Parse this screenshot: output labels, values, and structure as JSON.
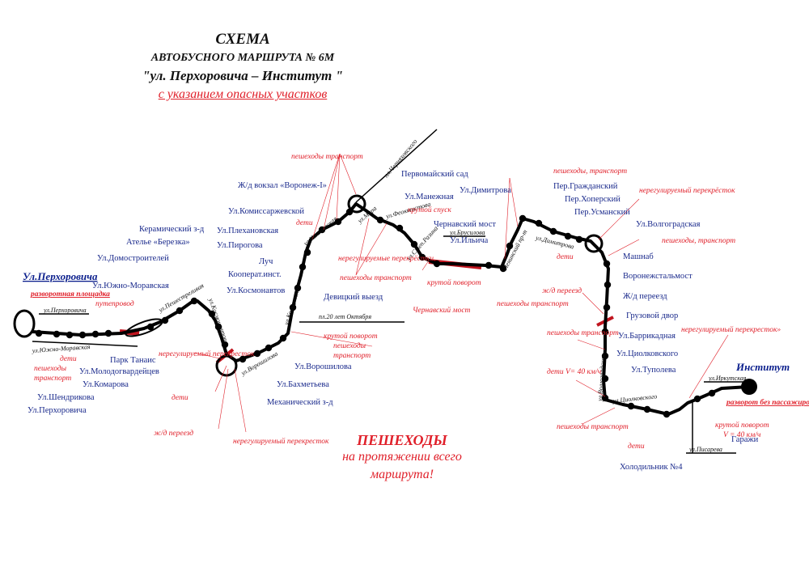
{
  "header": {
    "title": "СХЕМА",
    "subtitle": "АВТОБУСНОГО МАРШРУТА № 6М",
    "route": "\"ул. Перхоровича – Институт \"",
    "note": "с указанием опасных участков"
  },
  "bottom_warning": {
    "line1": "ПЕШЕХОДЫ",
    "line2": "на протяжении всего",
    "line3": "маршрута!"
  },
  "colors": {
    "route": "#000000",
    "stop_label": "#1a2a8c",
    "danger": "#e0202a",
    "danger_zone": "#c0141e",
    "terminal": "#0a1e8c"
  },
  "terminals": {
    "start": "Ул.Перхоровича",
    "end": "Институт"
  },
  "stops": [
    "Ул.Домостроителей",
    "Ателье «Березка»",
    "Керамический з-д",
    "Ул.Южно-Моравская",
    "Ул.Плехановская",
    "Ул.Пирогова",
    "Ж/д вокзал «Воронеж-I»",
    "Ул.Комиссаржевской",
    "Луч",
    "Кооперат.инст.",
    "Ул.Космонавтов",
    "Девицкий выезд",
    "Ул.Ворошилова",
    "Ул.Бахметьева",
    "Механический з-д",
    "Парк Танаис",
    "Ул.Молодогвардейцев",
    "Ул.Комарова",
    "Ул.Шендрикова",
    "Ул.Перхоровича",
    "Первомайский сад",
    "Ул.Манежная",
    "Ул.Димитрова",
    "Чернавский мост",
    "Ул.Ильича",
    "Пер.Гражданский",
    "Пер.Хоперский",
    "Пер.Усманский",
    "Ул.Волгоградская",
    "Машнаб",
    "Воронежстальмост",
    "Ж/д переезд",
    "Грузовой двор",
    "Ул.Баррикадная",
    "Ул.Циолковского",
    "Ул.Туполева",
    "Холодильник №4",
    "Гаражи"
  ],
  "streets": [
    "ул.Перхоровича",
    "ул.Южно-Моравская",
    "ул.Пешестреливая",
    "ул.Космонавтов",
    "ул.Ворошилова",
    "ул.Кольцовская",
    "ул.Кольцовская",
    "ул.Мира",
    "пл.Черняховского",
    "ул.Феоктистова",
    "ул.Степ.Разина",
    "ул.Брусилова",
    "Ленинский пр-т",
    "ул.Димитрова",
    "ул.Волгоградская",
    "ул.Циолковского",
    "ул.Иркутская",
    "ул.Писарева",
    "пл.20 лет Октября"
  ],
  "hazards": [
    "разворотная площадка",
    "путепровод",
    "дети",
    "пешеходы",
    "транспорт",
    "нерегулируемый перекресток",
    "дети",
    "ж/д переезд",
    "нерегулируемый перекресток",
    "пешеходы транспорт",
    "дети",
    "нерегулируемые перекрёстки",
    "пешеходы транспорт",
    "крутой поворот",
    "пешеходы",
    "транспорт",
    "крутой спуск",
    "крутой поворот",
    "Чернавский мост",
    "пешеходы транспорт",
    "пешеходы, транспорт",
    "нерегулируемый перекрёсток",
    "пешеходы, транспорт",
    "дети",
    "ж/д переезд",
    "пешеходы транспорт",
    "дети V= 40 км/ч",
    "нерегулируемый перекресток»",
    "пешеходы транспорт",
    "дети",
    "разворот без пассажиров",
    "крутой поворот",
    "V = 40 км/ч"
  ]
}
